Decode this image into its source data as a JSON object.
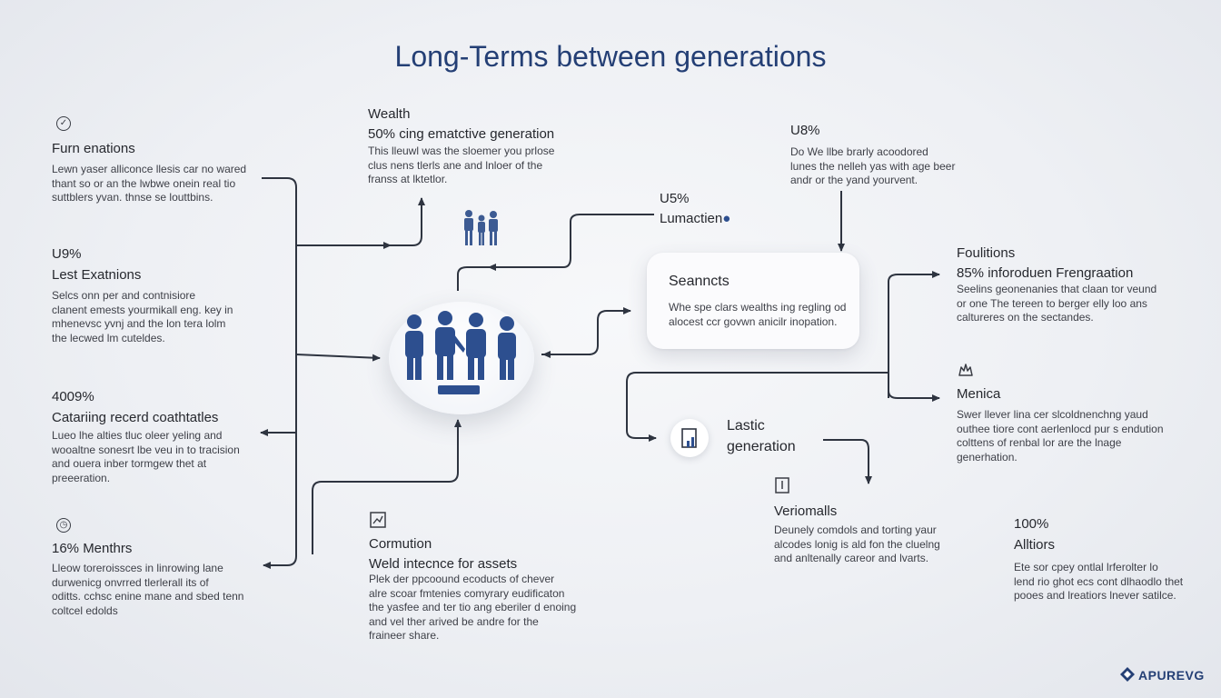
{
  "title": "Long-Terms between generations",
  "colors": {
    "accent": "#243f75",
    "line": "#2e3440",
    "people": "#2d4f8f"
  },
  "left": {
    "block1": {
      "icon": "check-icon",
      "label": "Furn enations",
      "body": [
        "Lewn yaser alliconce llesis car no wared",
        "thant so or an the lwbwe onein real tio",
        "suttblers yvan. thnse se louttbins."
      ]
    },
    "block2": {
      "pct": "U9%",
      "label": "Lest Exatnions",
      "body": [
        "Selcs onn per and contnisiore",
        "clanent emests yourmikall eng. key in",
        "mhenevsc yvnj and the lon tera lolm",
        "the lecwed lm cuteldes."
      ]
    },
    "block3": {
      "pct": "4009%",
      "label": "Catariing recerd coathtatles",
      "body": [
        "Lueo lhe alties tluc oleer yeling and",
        "wooaltne sonesrt lbe veu in to tracision",
        "and ouera inber tormgew thet at",
        "preeeration."
      ]
    },
    "block4": {
      "icon": "clock-icon",
      "label": "16% Menthrs",
      "body": [
        "Lleow toreroissces in linrowing lane",
        "durwenicg onvrred tlerlerall its of",
        "oditts. cchsc enine mane and sbed tenn",
        "coltcel edolds"
      ]
    }
  },
  "top": {
    "wealth": {
      "heading": "Wealth",
      "sub": "50% cing ematctive generation",
      "body": [
        "This lleuwl was the sloemer you prlose",
        "clus nens tlerls ane and lnloer of the",
        "franss at lktetlor."
      ]
    },
    "lumaction": {
      "pct": "U5%",
      "label": "Lumactien"
    },
    "u8": {
      "pct": "U8%",
      "body": [
        "Do We llbe brarly acoodored",
        "lunes the nelleh yas with age beer",
        "andr or the yand yourvent."
      ]
    }
  },
  "card": {
    "title": "Seanncts",
    "body": [
      "Whe spe clars wealths ing regling od",
      "alocest ccr govwn anicilr inopation."
    ]
  },
  "right": {
    "foulitions": {
      "heading": "Foulitions",
      "sub": "85% inforoduen Frengraation",
      "body": [
        "Seelins geonenanies that claan tor veund",
        "or one The tereen to berger elly loo ans",
        "caltureres on the sectandes."
      ]
    },
    "menica": {
      "label": "Menica",
      "body": [
        "Swer llever lina cer slcoldnenchng yaud",
        "outhee tiore cont aerlenlocd pur s endution",
        "colttens of renbal lor are the lnage",
        "generhation."
      ]
    },
    "lastic": {
      "label_line1": "Lastic",
      "label_line2": "generation"
    },
    "veriomalls": {
      "label": "Veriomalls",
      "body": [
        "Deunely comdols and torting yaur",
        "alcodes lonig is ald fon the cluelng",
        "and anltenally careor and lvarts."
      ]
    },
    "alltions": {
      "pct": "100%",
      "label": "Alltiors",
      "body": [
        "Ete sor cpey ontlal lrferolter lo",
        "lend rio ghot ecs cont dlhaodlo thet",
        "pooes and lreatiors lnever satilce."
      ]
    }
  },
  "bottom": {
    "cormution": {
      "icon": "chart-icon",
      "heading": "Cormution",
      "sub": "Weld intecnce for assets",
      "body": [
        "Plek der ppcoound ecoducts of chever",
        "alre scoar fmtenies comyrary eudificaton",
        "the yasfee and ter tio ang eberiler d enoing",
        "and vel ther arived be andre for the",
        "fraineer share."
      ]
    }
  },
  "hub": {
    "badge": ""
  },
  "brand": "APUREVG"
}
